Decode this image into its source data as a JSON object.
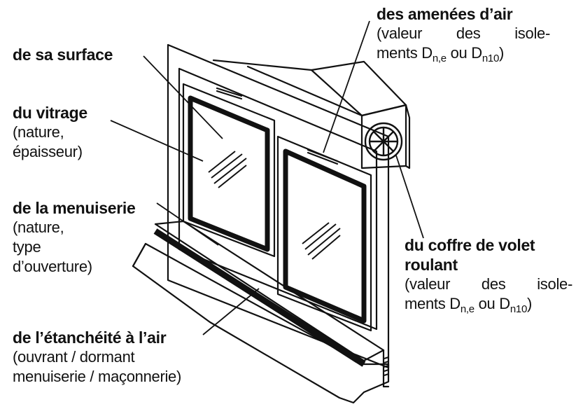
{
  "labels": {
    "surface": {
      "title": "de sa surface"
    },
    "vitrage": {
      "title": "du vitrage",
      "lines": [
        "(nature,",
        "épaisseur)"
      ]
    },
    "menuiserie": {
      "title": "de la menuiserie",
      "lines": [
        "(nature,",
        "type",
        "d’ouverture)"
      ]
    },
    "etancheite": {
      "title": "de l’étanchéité à l’air",
      "lines": [
        "(ouvrant / dormant",
        "menuiserie / maçonnerie)"
      ]
    },
    "amenees": {
      "title": "des amenées d’air",
      "line1": "(valeur des isole-",
      "line2_prefix": "ments D",
      "sub1": "n,e",
      "mid": " ou D",
      "sub2": "n10",
      "suffix": ")"
    },
    "coffre": {
      "title1": "du coffre de volet",
      "title2": "roulant",
      "line1": "(valeur des isole-",
      "line2_prefix": "ments D",
      "sub1": "n,e",
      "mid": " ou D",
      "sub2": "n10",
      "suffix": ")"
    }
  },
  "colors": {
    "ink": "#111111",
    "background": "#ffffff"
  }
}
